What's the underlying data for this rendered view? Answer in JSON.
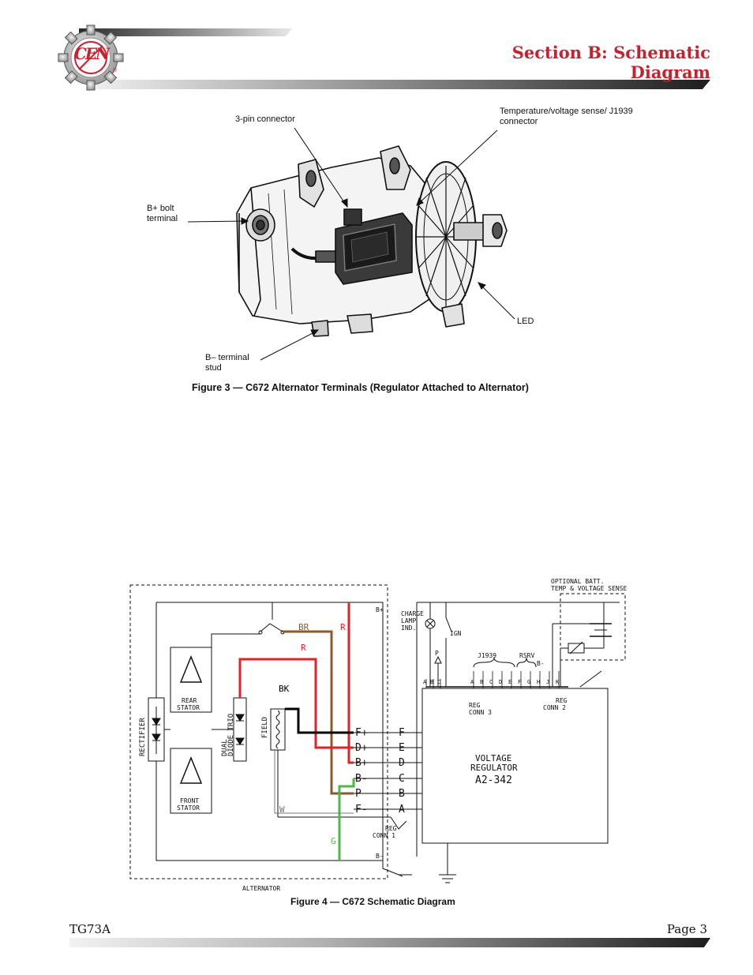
{
  "header": {
    "title": "Section B: Schematic Diagram",
    "logo_text": "CEN",
    "logo_mark": "®"
  },
  "figure3": {
    "labels": {
      "three_pin": "3-pin connector",
      "temp_sense": "Temperature/voltage sense/ J1939 connector",
      "b_plus": "B+ bolt terminal",
      "led": "LED",
      "b_minus": "B– terminal stud"
    },
    "caption": "Figure 3 — C672 Alternator Terminals (Regulator Attached to Alternator)"
  },
  "figure4": {
    "caption": "Figure 4 — C672 Schematic Diagram",
    "labels": {
      "optional_sense": "OPTIONAL BATT. TEMP & VOLTAGE SENSE",
      "alternator": "ALTERNATOR",
      "rectifier": "RECTIFIER",
      "rear_stator": "REAR STATOR",
      "front_stator": "FRONT STATOR",
      "dual_diode_trio": "DUAL DIODE TRIO",
      "field": "FIELD",
      "charge_lamp": "CHARGE LAMP IND.",
      "ign": "IGN",
      "j1939": "J1939",
      "rsrv": "RSRV",
      "reg_conn3": "REG CONN 3",
      "reg_conn2": "REG CONN 2",
      "reg_conn1": "REG CONN 1",
      "regulator_name": "VOLTAGE REGULATOR",
      "regulator_model": "A2-342",
      "b_plus": "B+",
      "b_minus": "B-",
      "p": "P"
    },
    "wire_colors": {
      "BR": "#8b5a2b",
      "R": "#e4202a",
      "BK": "#000000",
      "G": "#4cb848",
      "W": "#777777"
    },
    "wire_labels": [
      "BR",
      "R",
      "R",
      "BK",
      "G",
      "W"
    ],
    "terminals_left": [
      "F+",
      "D+",
      "B+",
      "B-",
      "P",
      "F-"
    ],
    "terminals_right": [
      "F",
      "E",
      "D",
      "C",
      "B",
      "A"
    ],
    "conn3_pins": [
      "A",
      "B",
      "C"
    ],
    "conn2_pins": [
      "A",
      "B",
      "C",
      "D",
      "E",
      "F",
      "G",
      "H",
      "J",
      "K"
    ]
  },
  "footer": {
    "doc_id": "TG73A",
    "page": "Page 3"
  }
}
